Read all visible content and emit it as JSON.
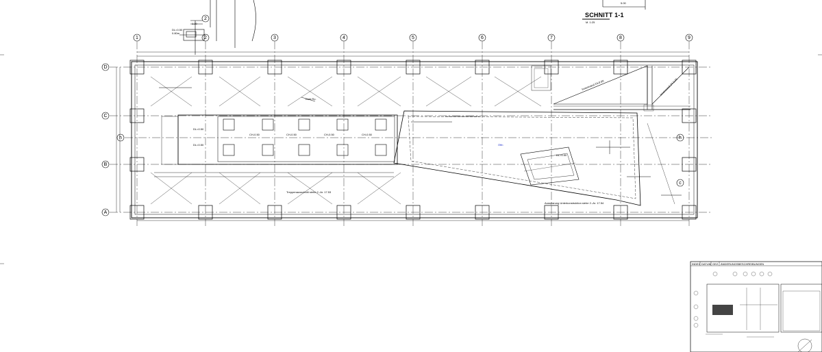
{
  "section": {
    "title": "SCHNITT 1-1",
    "scale": "M. 1:25"
  },
  "grid": {
    "columns": [
      "1",
      "2",
      "3",
      "4",
      "5",
      "6",
      "7",
      "8",
      "9"
    ],
    "rows": [
      "D",
      "C",
      "h",
      "B",
      "A"
    ],
    "axis_2_top": "2",
    "axis_c_right": "c",
    "axis_h_right": "h"
  },
  "notes": {
    "top_left_callout_1": "DL=0.50",
    "top_left_callout_2": "0.80m",
    "top_left_dim": "1.20",
    "top_right_dim": "5.00",
    "treppe_note": "Treppenausschnitt siehe 2.-Ar. 17.53",
    "opening_note": "Aussparung Unterkonstruktion siehe 2.-Ar. 17.54",
    "diag_1": "Innenwand 24-0,00",
    "diag_2": "Innenwand 24-0,00",
    "mid_note": "Dubl.Ro.",
    "chart_label_1": "CH-0.50",
    "chart_label_2": "CH-0.50",
    "chart_label_3": "CH-0.50",
    "chart_label_4": "CH-0.50",
    "tag_1": "DL=0.50",
    "tag_2": "DL=0.50",
    "tag_3": "DL=0.50",
    "blue_mark": "Öffn"
  },
  "titleblock": {
    "col1": "INDEX",
    "col2": "DATUM",
    "col3": "GEZ.",
    "col4": "ÄNDERUNGSBESCHREIBUNGEN"
  },
  "colors": {
    "line": "#000000",
    "blue_mark": "#2233cc"
  }
}
